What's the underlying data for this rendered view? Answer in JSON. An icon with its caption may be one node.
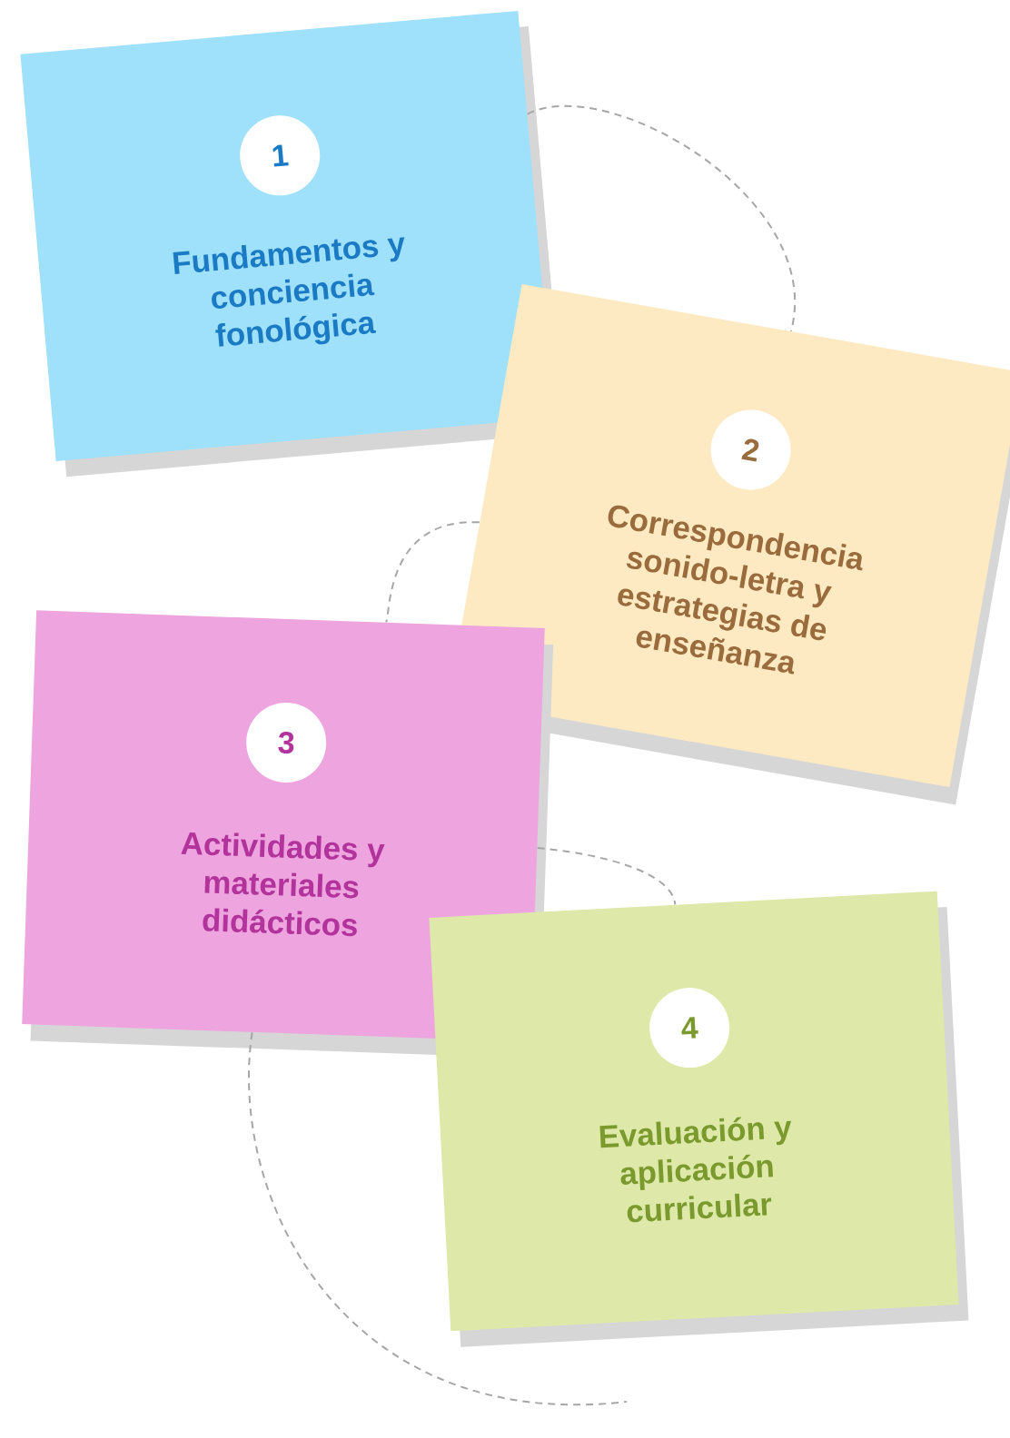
{
  "diagram": {
    "nodes": [
      {
        "text": [
          "Fundamentos y conciencia fonológica"
        ]
      },
      {
        "text": [
          "1"
        ],
        "in": 0
      },
      {
        "text": [
          "Correspondencia sonido-letra y estrategias de enseñanza"
        ]
      },
      {
        "text": [
          "2"
        ],
        "in": 2
      },
      {
        "text": [
          "Actividades y materiales didácticos"
        ]
      },
      {
        "text": [
          "3"
        ],
        "in": 4
      },
      {
        "text": [
          "Evaluación y aplicación curricular"
        ]
      },
      {
        "text": [
          "4"
        ],
        "in": 6
      }
    ],
    "edges": [
      {
        "from": 0,
        "to": 2,
        "arrow": "none",
        "style": "dashed"
      },
      {
        "from": 2,
        "to": 4,
        "arrow": "none",
        "style": "dashed"
      },
      {
        "from": 4,
        "to": 6,
        "arrow": "none",
        "style": "dashed"
      },
      {
        "from": 4,
        "to": null,
        "arrow": "none",
        "style": "dashed"
      }
    ]
  }
}
